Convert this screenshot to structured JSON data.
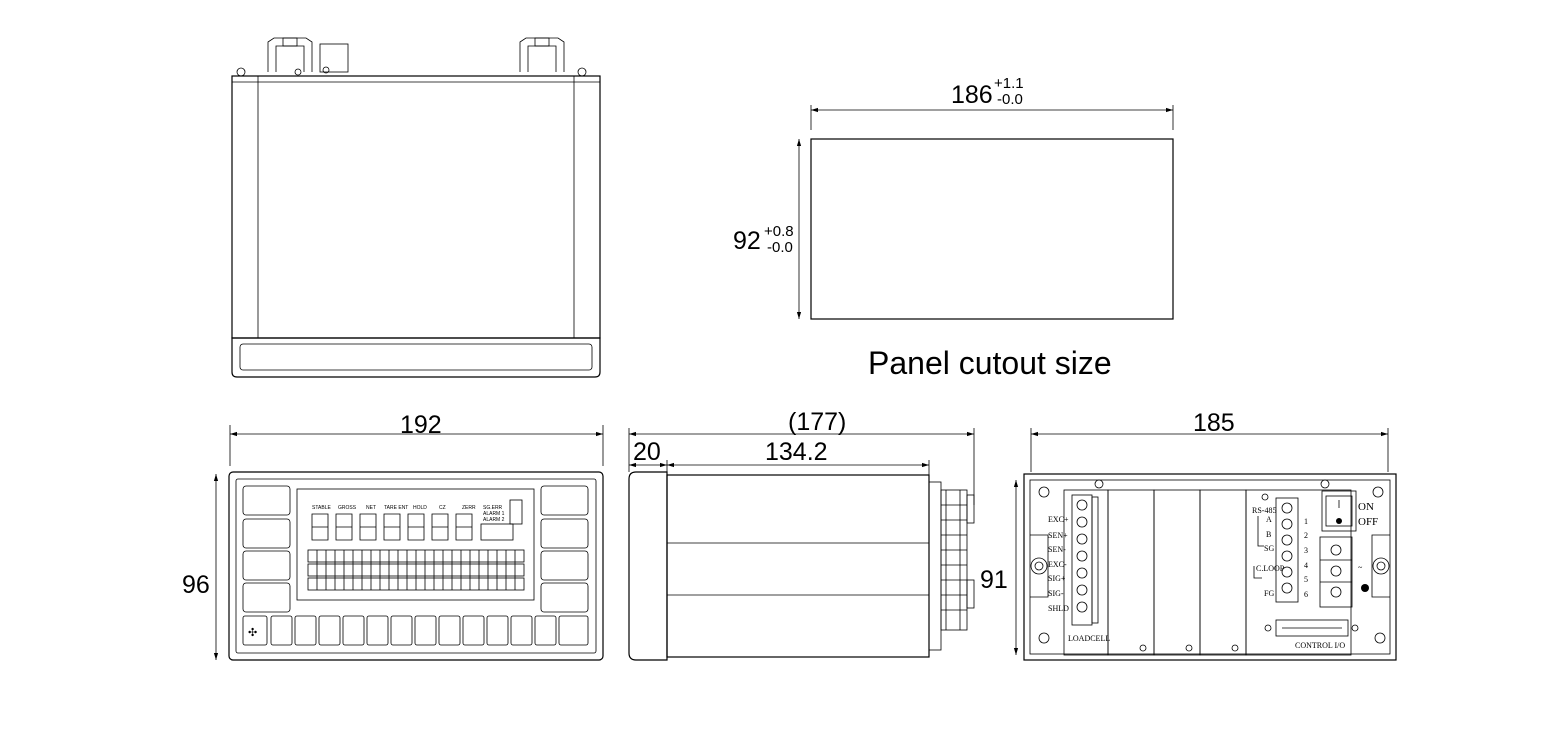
{
  "cutout": {
    "width": "186",
    "width_tol_plus": "+1.1",
    "width_tol_minus": "-0.0",
    "height": "92",
    "height_tol_plus": "+0.8",
    "height_tol_minus": "-0.0",
    "caption": "Panel cutout size"
  },
  "front": {
    "width": "192",
    "height": "96"
  },
  "side": {
    "overall": "(177)",
    "bezel": "20",
    "body": "134.2"
  },
  "rear": {
    "width": "185",
    "height": "91",
    "loadcell_terminals": [
      "EXC+",
      "SEN+",
      "SEN-",
      "EXC-",
      "SIG+",
      "SIG-",
      "SHLD"
    ],
    "loadcell_label": "LOADCELL",
    "rs485_label": "RS-485",
    "rs485_terminals": [
      "A",
      "B",
      "SG"
    ],
    "loop_label": "C.LOOP",
    "fg_label": "FG",
    "terminal_numbers": [
      "1",
      "2",
      "3",
      "4",
      "5",
      "6"
    ],
    "switch_on": "ON",
    "switch_off": "OFF",
    "control_label": "CONTROL I/O"
  },
  "lcd_annunciators": [
    "STABLE",
    "GROSS",
    "NET",
    "TARE ENT",
    "HOLD",
    "CZ",
    "ZERR",
    "SG.ERR",
    "ALARM 1",
    "ALARM 2"
  ]
}
